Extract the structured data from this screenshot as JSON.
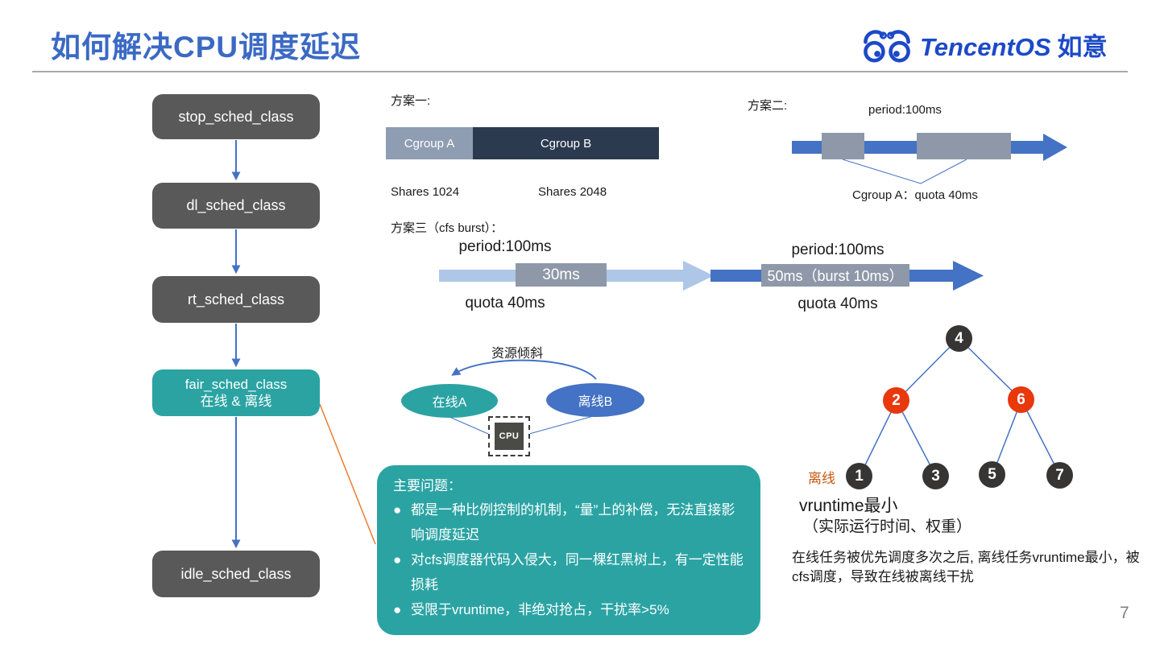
{
  "header": {
    "title": "如何解决CPU调度延迟",
    "logo_brand": "TencentOS",
    "logo_suffix": "如意"
  },
  "page_number": "7",
  "icons": {
    "bullet": "●"
  },
  "sched_chain": {
    "boxes": [
      {
        "label": "stop_sched_class"
      },
      {
        "label": "dl_sched_class"
      },
      {
        "label": "rt_sched_class"
      },
      {
        "label": "fair_sched_class",
        "sublabel": "在线 & 离线",
        "highlight": true
      },
      {
        "label": "idle_sched_class"
      }
    ]
  },
  "plan1": {
    "label": "方案一:",
    "segments": [
      {
        "name": "Cgroup A",
        "shares": "Shares 1024"
      },
      {
        "name": "Cgroup B",
        "shares": "Shares 2048"
      }
    ]
  },
  "plan2": {
    "label": "方案二:",
    "period": "period:100ms",
    "callout": "Cgroup A：quota 40ms"
  },
  "plan3": {
    "label": "方案三（cfs burst）：",
    "timelines": [
      {
        "period": "period:100ms",
        "block": "30ms",
        "quota": "quota 40ms"
      },
      {
        "period": "period:100ms",
        "block": "50ms（burst 10ms）",
        "quota": "quota 40ms"
      }
    ]
  },
  "tilt": {
    "arrow_label": "资源倾斜",
    "online_label": "在线A",
    "offline_label": "离线B",
    "cpu_label": "CPU"
  },
  "problems": {
    "heading": "主要问题：",
    "bullets": [
      "都是一种比例控制的机制，“量”上的补偿，无法直接影响调度延迟",
      "对cfs调度器代码入侵大，同一棵红黑树上，有一定性能损耗",
      "受限于vruntime，非绝对抢占，干扰率>5%"
    ]
  },
  "rbtree": {
    "offline_label": "离线",
    "nodes": [
      {
        "value": "4",
        "role": "black"
      },
      {
        "value": "2",
        "role": "red"
      },
      {
        "value": "6",
        "role": "red"
      },
      {
        "value": "1",
        "role": "black"
      },
      {
        "value": "3",
        "role": "black"
      },
      {
        "value": "5",
        "role": "black"
      },
      {
        "value": "7",
        "role": "black"
      }
    ],
    "caption_title": "vruntime最小",
    "caption_sub": "（实际运行时间、权重）",
    "description": "在线任务被优先调度多次之后, 离线任务vruntime最小，被cfs调度，导致在线被离线干扰"
  },
  "colors": {
    "title_blue": "#3B6AC4",
    "logo_blue": "#1C49C8",
    "box_gray": "#595959",
    "teal": "#2BA3A3",
    "arrow_blue": "#4472C4",
    "light_arrow_blue": "#AEC6E8",
    "quota_block_gray": "#8E98A8",
    "cgroup_a_gray": "#8E9DB2",
    "cgroup_b_navy": "#2C3A4F",
    "node_red": "#E8380C",
    "node_black": "#373434",
    "offline_orange": "#C55A11",
    "connector_orange": "#ED7D31"
  }
}
